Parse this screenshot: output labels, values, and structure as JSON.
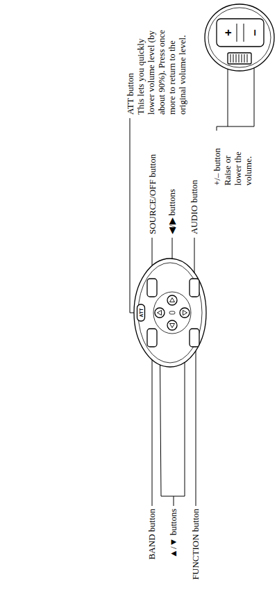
{
  "diagram": {
    "labels": [
      "ATT button",
      "This lets you quickly lower volume level (by about 90%). Press once more to return to the original volume level.",
      "SOURCE/OFF button",
      "◀/▶ buttons",
      "AUDIO button",
      "BAND button",
      "▲/▼ buttons",
      "FUNCTION button",
      "+/– button",
      "Raise or lower the volume.",
      "ATT",
      "+",
      "–"
    ]
  }
}
